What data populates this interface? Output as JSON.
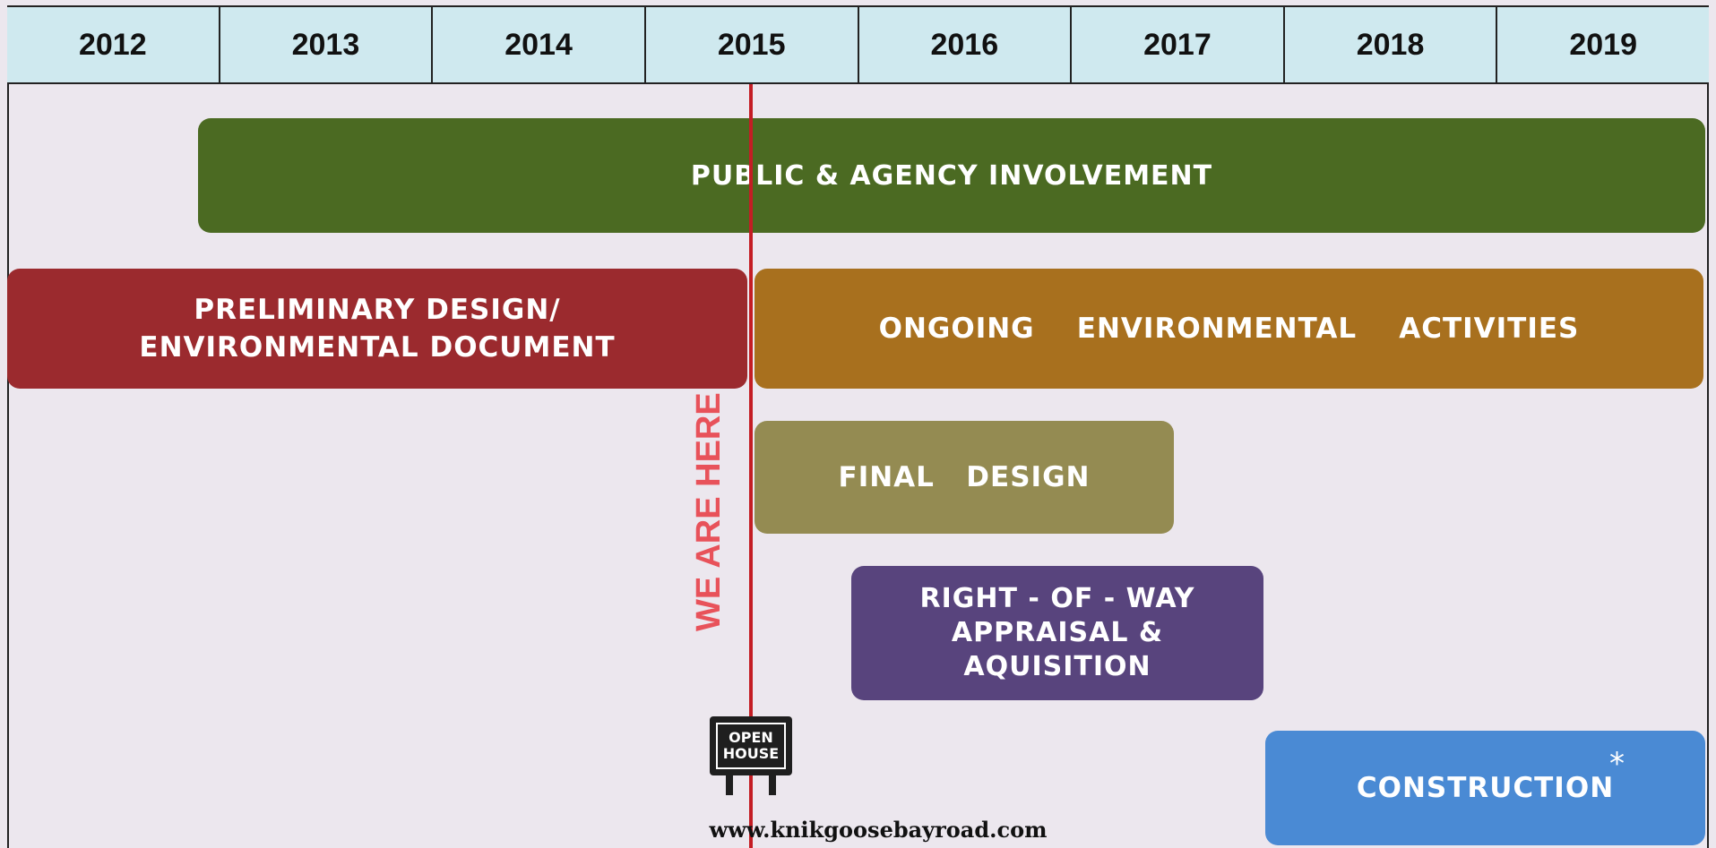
{
  "years": [
    "2012",
    "2013",
    "2014",
    "2015",
    "2016",
    "2017",
    "2018",
    "2019"
  ],
  "bars": {
    "public": "PUBLIC & AGENCY INVOLVEMENT",
    "preliminary": [
      "PRELIMINARY DESIGN/",
      "ENVIRONMENTAL DOCUMENT"
    ],
    "ongoing": "ONGOING    ENVIRONMENTAL    ACTIVITIES",
    "final": "FINAL   DESIGN",
    "row": [
      "RIGHT - OF - WAY",
      "APPRAISAL &",
      "AQUISITION"
    ],
    "construction": "CONSTRUCTION",
    "construction_mark": "*"
  },
  "marker": {
    "label": "WE ARE HERE",
    "sign_line1": "OPEN",
    "sign_line2": "HOUSE"
  },
  "url": "www.knikgoosebayroad.com",
  "colors": {
    "public": "#4b6a22",
    "preliminary": "#9b2a2e",
    "ongoing": "#a8701e",
    "final": "#948b52",
    "row": "#58447d",
    "construction": "#4a8ad4",
    "marker_line": "#c41d24",
    "header": "#cfe9ef"
  }
}
